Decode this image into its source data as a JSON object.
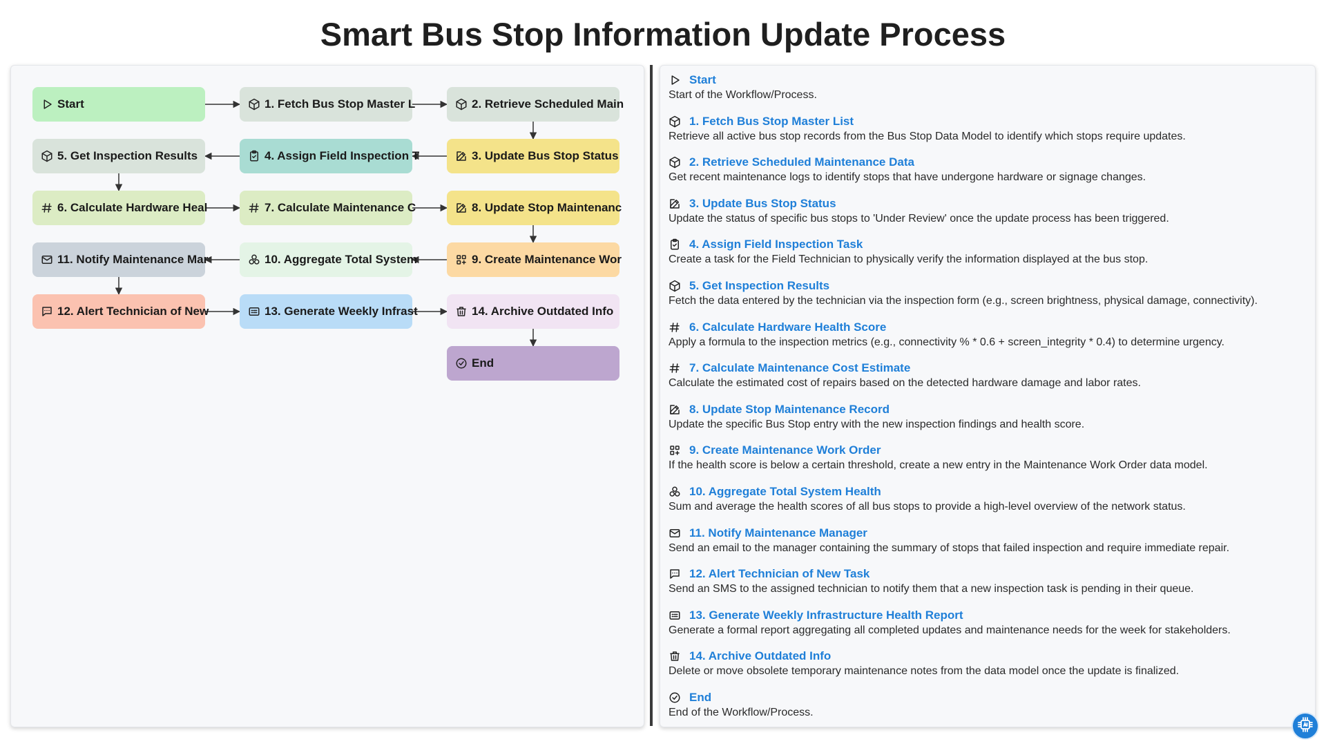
{
  "title": "Smart Bus Stop Information Update Process",
  "colors": {
    "green": "#bcf0c0",
    "sage": "#d9e3db",
    "teal": "#a9dcd3",
    "yellow": "#f4e38a",
    "lime": "#dcecc4",
    "orange": "#fcd9a3",
    "mint": "#e4f4e6",
    "slate": "#cbd3db",
    "salmon": "#fbc2b0",
    "blue": "#b9dcf7",
    "lavender": "#f1e4f3",
    "purple": "#bda6cf",
    "accent": "#1f7fd8"
  },
  "nodes": [
    {
      "id": "start",
      "label": "Start",
      "icon": "play-icon",
      "color": "green"
    },
    {
      "id": "s1",
      "label": "1. Fetch Bus Stop Master L",
      "icon": "cube-icon",
      "color": "sage"
    },
    {
      "id": "s2",
      "label": "2. Retrieve Scheduled Main",
      "icon": "cube-icon",
      "color": "sage"
    },
    {
      "id": "s3",
      "label": "3. Update Bus Stop Status",
      "icon": "edit-icon",
      "color": "yellow"
    },
    {
      "id": "s4",
      "label": "4. Assign Field Inspection T",
      "icon": "clipboard-check-icon",
      "color": "teal"
    },
    {
      "id": "s5",
      "label": "5. Get Inspection Results",
      "icon": "cube-icon",
      "color": "sage"
    },
    {
      "id": "s6",
      "label": "6. Calculate Hardware Heal",
      "icon": "hash-icon",
      "color": "lime"
    },
    {
      "id": "s7",
      "label": "7. Calculate Maintenance C",
      "icon": "hash-icon",
      "color": "lime"
    },
    {
      "id": "s8",
      "label": "8. Update Stop Maintenanc",
      "icon": "edit-icon",
      "color": "yellow"
    },
    {
      "id": "s9",
      "label": "9. Create Maintenance Wor",
      "icon": "grid-plus-icon",
      "color": "orange"
    },
    {
      "id": "s10",
      "label": "10. Aggregate Total System",
      "icon": "circles-icon",
      "color": "mint"
    },
    {
      "id": "s11",
      "label": "11. Notify Maintenance Mar",
      "icon": "mail-icon",
      "color": "slate"
    },
    {
      "id": "s12",
      "label": "12. Alert Technician of New",
      "icon": "message-icon",
      "color": "salmon"
    },
    {
      "id": "s13",
      "label": "13. Generate Weekly Infrast",
      "icon": "report-icon",
      "color": "blue"
    },
    {
      "id": "s14",
      "label": "14. Archive Outdated Info",
      "icon": "trash-icon",
      "color": "lavender"
    },
    {
      "id": "end",
      "label": "End",
      "icon": "check-circle-icon",
      "color": "purple"
    }
  ],
  "details": [
    {
      "title": "Start",
      "icon": "play-icon",
      "text": "Start of the Workflow/Process."
    },
    {
      "title": "1. Fetch Bus Stop Master List",
      "icon": "cube-icon",
      "text": "Retrieve all active bus stop records from the Bus Stop Data Model to identify which stops require updates."
    },
    {
      "title": "2. Retrieve Scheduled Maintenance Data",
      "icon": "cube-icon",
      "text": "Get recent maintenance logs to identify stops that have undergone hardware or signage changes."
    },
    {
      "title": "3. Update Bus Stop Status",
      "icon": "edit-icon",
      "text": "Update the status of specific bus stops to 'Under Review' once the update process has been triggered."
    },
    {
      "title": "4. Assign Field Inspection Task",
      "icon": "clipboard-check-icon",
      "text": "Create a task for the Field Technician to physically verify the information displayed at the bus stop."
    },
    {
      "title": "5. Get Inspection Results",
      "icon": "cube-icon",
      "text": "Fetch the data entered by the technician via the inspection form (e.g., screen brightness, physical damage, connectivity)."
    },
    {
      "title": "6. Calculate Hardware Health Score",
      "icon": "hash-icon",
      "text": "Apply a formula to the inspection metrics (e.g., connectivity % * 0.6 + screen_integrity * 0.4) to determine urgency."
    },
    {
      "title": "7. Calculate Maintenance Cost Estimate",
      "icon": "hash-icon",
      "text": "Calculate the estimated cost of repairs based on the detected hardware damage and labor rates."
    },
    {
      "title": "8. Update Stop Maintenance Record",
      "icon": "edit-icon",
      "text": "Update the specific Bus Stop entry with the new inspection findings and health score."
    },
    {
      "title": "9. Create Maintenance Work Order",
      "icon": "grid-plus-icon",
      "text": "If the health score is below a certain threshold, create a new entry in the Maintenance Work Order data model."
    },
    {
      "title": "10. Aggregate Total System Health",
      "icon": "circles-icon",
      "text": "Sum and average the health scores of all bus stops to provide a high-level overview of the network status."
    },
    {
      "title": "11. Notify Maintenance Manager",
      "icon": "mail-icon",
      "text": "Send an email to the manager containing the summary of stops that failed inspection and require immediate repair."
    },
    {
      "title": "12. Alert Technician of New Task",
      "icon": "message-icon",
      "text": "Send an SMS to the assigned technician to notify them that a new inspection task is pending in their queue."
    },
    {
      "title": "13. Generate Weekly Infrastructure Health Report",
      "icon": "report-icon",
      "text": "Generate a formal report aggregating all completed updates and maintenance needs for the week for stakeholders."
    },
    {
      "title": "14. Archive Outdated Info",
      "icon": "trash-icon",
      "text": "Delete or move obsolete temporary maintenance notes from the data model once the update is finalized."
    },
    {
      "title": "End",
      "icon": "check-circle-icon",
      "text": "End of the Workflow/Process."
    }
  ],
  "fab_icon": "chip-icon"
}
